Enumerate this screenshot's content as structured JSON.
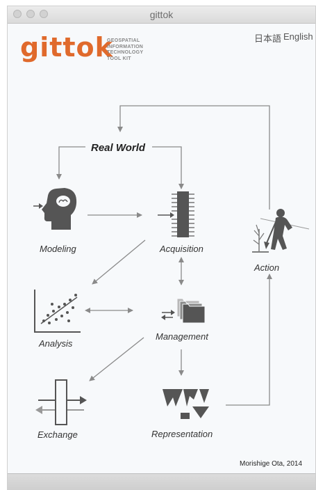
{
  "window": {
    "title": "gittok"
  },
  "header": {
    "logo": "gittok",
    "tagline": [
      "GEOSPATIAL",
      "INFORMATION",
      "TECHNOLOGY",
      "TOOL KIT"
    ],
    "languages": [
      "日本語",
      "English"
    ]
  },
  "diagram": {
    "real_world": "Real World",
    "nodes": {
      "modeling": "Modeling",
      "acquisition": "Acquisition",
      "analysis": "Analysis",
      "management": "Management",
      "exchange": "Exchange",
      "representation": "Representation",
      "action": "Action"
    }
  },
  "footer": {
    "credit": "Morishige Ota, 2014"
  },
  "colors": {
    "accent": "#e06a2c",
    "icon": "#555555",
    "arrow": "#8a8a8a"
  }
}
